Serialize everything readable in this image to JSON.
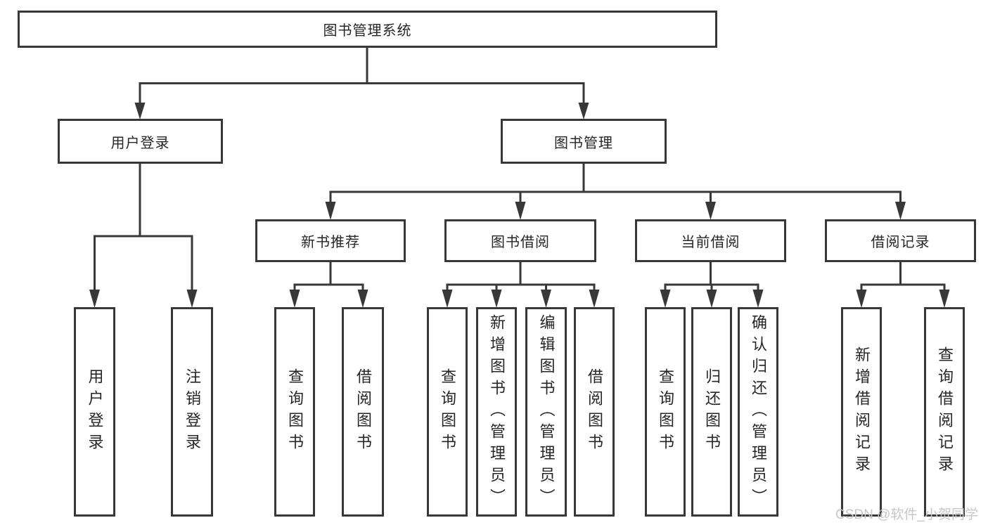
{
  "diagram": {
    "root": {
      "label": "图书管理系统"
    },
    "level2": [
      {
        "label": "用户登录"
      },
      {
        "label": "图书管理"
      }
    ],
    "level3": [
      {
        "label": "新书推荐"
      },
      {
        "label": "图书借阅"
      },
      {
        "label": "当前借阅"
      },
      {
        "label": "借阅记录"
      }
    ],
    "leaves": {
      "user_login": [
        {
          "label": "用户登录"
        },
        {
          "label": "注销登录"
        }
      ],
      "new_books": [
        {
          "label": "查询图书"
        },
        {
          "label": "借阅图书"
        }
      ],
      "book_borrow": [
        {
          "label": "查询图书"
        },
        {
          "label": "新增图书（管理员）"
        },
        {
          "label": "编辑图书（管理员）"
        },
        {
          "label": "借阅图书"
        }
      ],
      "current_borrow": [
        {
          "label": "查询图书"
        },
        {
          "label": "归还图书"
        },
        {
          "label": "确认归还（管理员）"
        }
      ],
      "borrow_records": [
        {
          "label": "新增借阅记录"
        },
        {
          "label": "查询借阅记录"
        }
      ]
    }
  },
  "watermark": "CSDN @软件_小贺同学",
  "colors": {
    "line": "#383838",
    "text": "#262626",
    "background": "#ffffff",
    "watermark": "#c7c7c7"
  }
}
